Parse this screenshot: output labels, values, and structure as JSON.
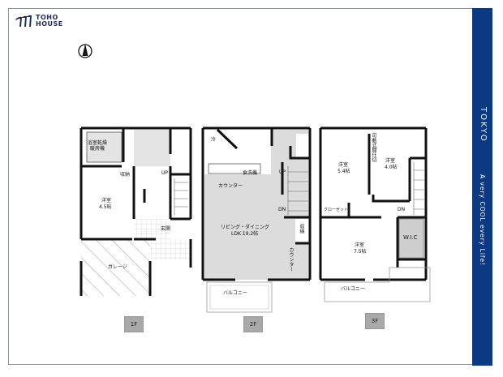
{
  "brand": {
    "name_line1": "TOHO",
    "name_line2": "HOUSE",
    "color": "#1d2c5a"
  },
  "compass": {
    "icon": "north-arrow-icon"
  },
  "side_band": {
    "title": "TOKYO",
    "tagline": "A very COOL every Life!",
    "color": "#0b3a82"
  },
  "floors": {
    "f1": {
      "tag": "1F",
      "bath": "浴室乾燥\n暖房機",
      "storage": "収納",
      "room_name": "洋室",
      "room_size": "4.5帖",
      "up": "UP",
      "entrance": "玄関",
      "garage": "ガレージ"
    },
    "f2": {
      "tag": "2F",
      "fridge": "冷",
      "dishwasher": "食洗機",
      "counter": "カウンター",
      "up": "UP",
      "dn": "DN",
      "ldk_name": "リビング・ダイニング",
      "ldk_size": "LDK 19.2帖",
      "storage": "収納",
      "counter2": "カウンター",
      "balcony": "バルコニー"
    },
    "f3": {
      "tag": "3F",
      "room1_name": "洋室",
      "room1_size": "5.4帖",
      "partition": "可動式間仕切",
      "room2_name": "洋室",
      "room2_size": "4.0帖",
      "closet": "クローゼット",
      "dn": "DN",
      "room3_name": "洋室",
      "room3_size": "7.5帖",
      "wic": "W.I.C",
      "balcony": "バルコニー"
    }
  }
}
